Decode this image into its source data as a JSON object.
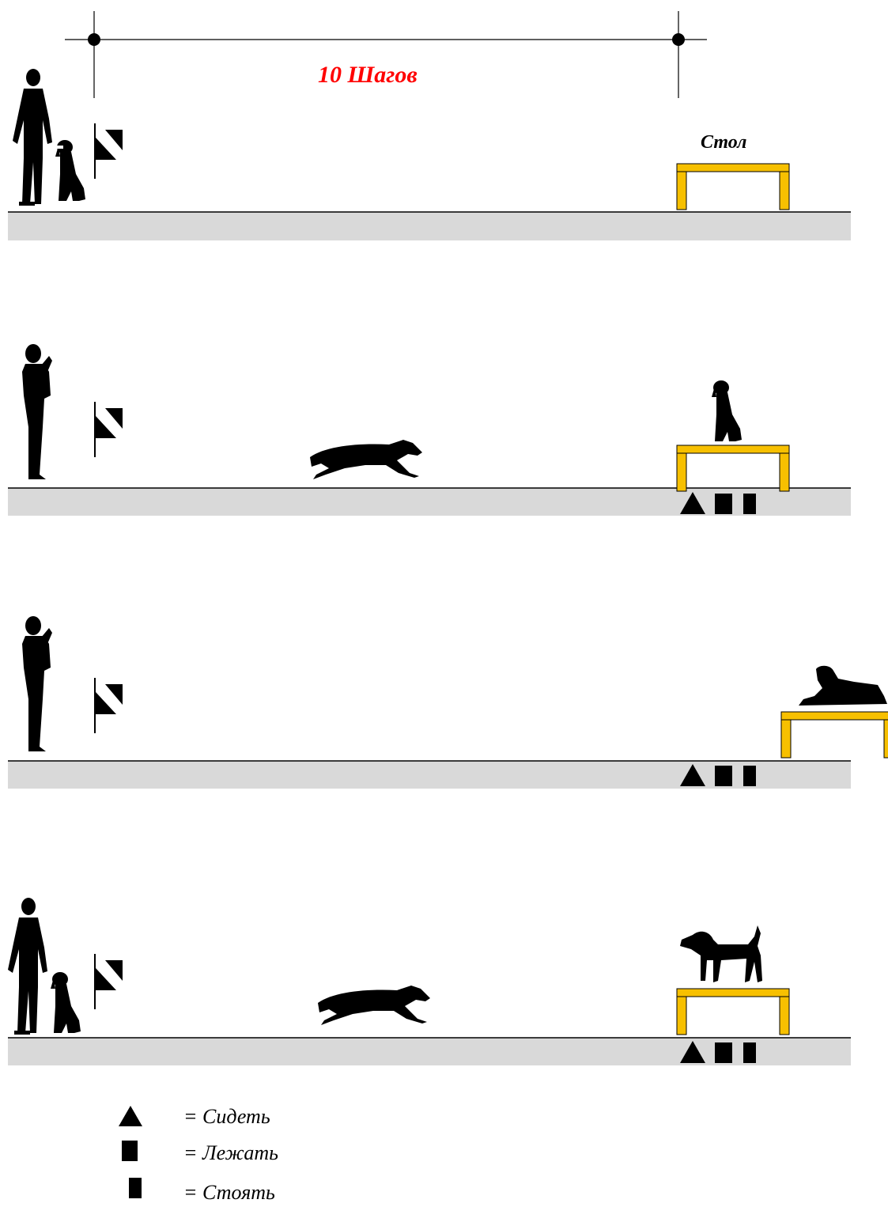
{
  "header": {
    "distance_label": "10 Шагов",
    "distance_color": "#ff0000"
  },
  "table": {
    "label": "Стол",
    "color": "#f7c000"
  },
  "ground_color": "#d9d9d9",
  "legend": {
    "sit": {
      "symbol": "triangle",
      "text": "= Сидеть"
    },
    "down": {
      "symbol": "square",
      "text": "= Лежать"
    },
    "stand": {
      "symbol": "bar",
      "text": "= Стоять"
    }
  },
  "icons": {
    "handler": "person-silhouette",
    "dog_sitting": "sitting-dog-silhouette",
    "dog_running": "running-dog-silhouette",
    "dog_lying": "lying-dog-silhouette",
    "dog_standing": "standing-dog-silhouette",
    "flag": "start-flag"
  }
}
